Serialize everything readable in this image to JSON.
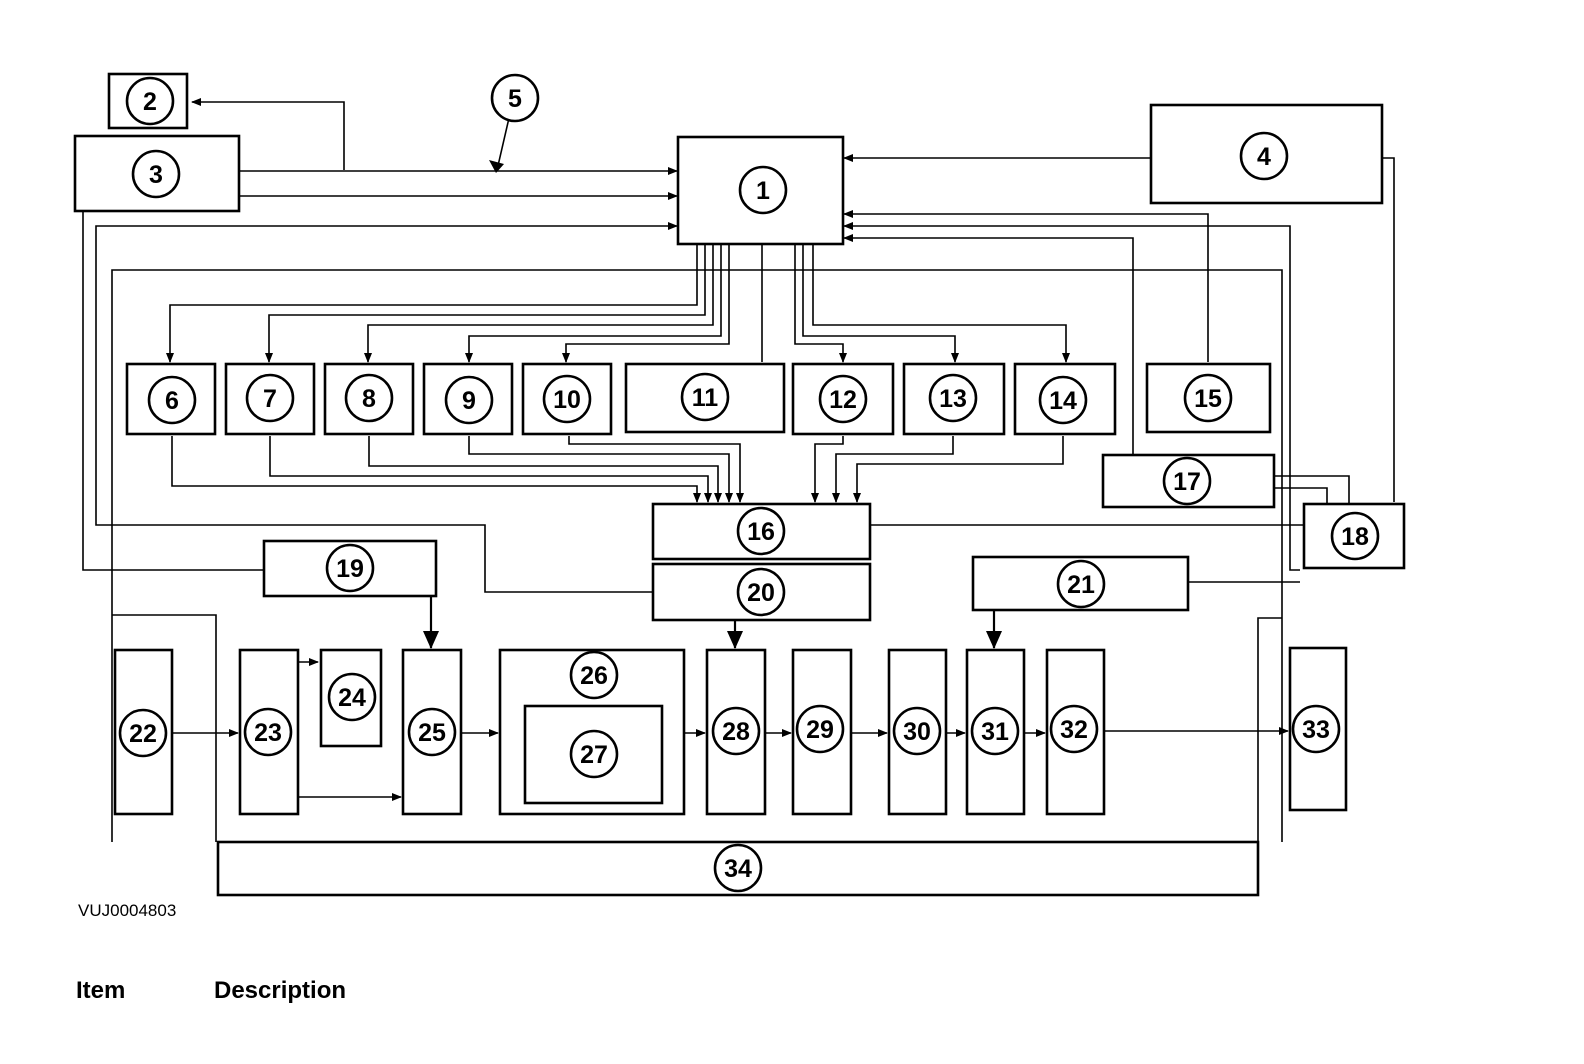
{
  "reference_code": "VUJ0004803",
  "table_header": {
    "item": "Item",
    "description": "Description"
  },
  "labels": {
    "n1": "1",
    "n2": "2",
    "n3": "3",
    "n4": "4",
    "n5": "5",
    "n6": "6",
    "n7": "7",
    "n8": "8",
    "n9": "9",
    "n10": "10",
    "n11": "11",
    "n12": "12",
    "n13": "13",
    "n14": "14",
    "n15": "15",
    "n16": "16",
    "n17": "17",
    "n18": "18",
    "n19": "19",
    "n20": "20",
    "n21": "21",
    "n22": "22",
    "n23": "23",
    "n24": "24",
    "n25": "25",
    "n26": "26",
    "n27": "27",
    "n28": "28",
    "n29": "29",
    "n30": "30",
    "n31": "31",
    "n32": "32",
    "n33": "33",
    "n34": "34"
  }
}
